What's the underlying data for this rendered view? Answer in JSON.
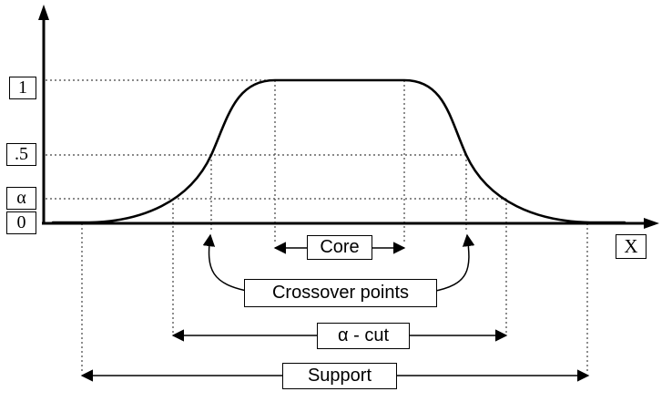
{
  "axis_labels": {
    "one": "1",
    "half": ".5",
    "alpha": "α",
    "zero": "0",
    "x": "X"
  },
  "annotations": {
    "core": "Core",
    "crossover_points": "Crossover points",
    "alpha_cut": "α - cut",
    "support": "Support"
  },
  "colors": {
    "line": "#000000",
    "dotted": "#444444",
    "background": "#ffffff"
  }
}
